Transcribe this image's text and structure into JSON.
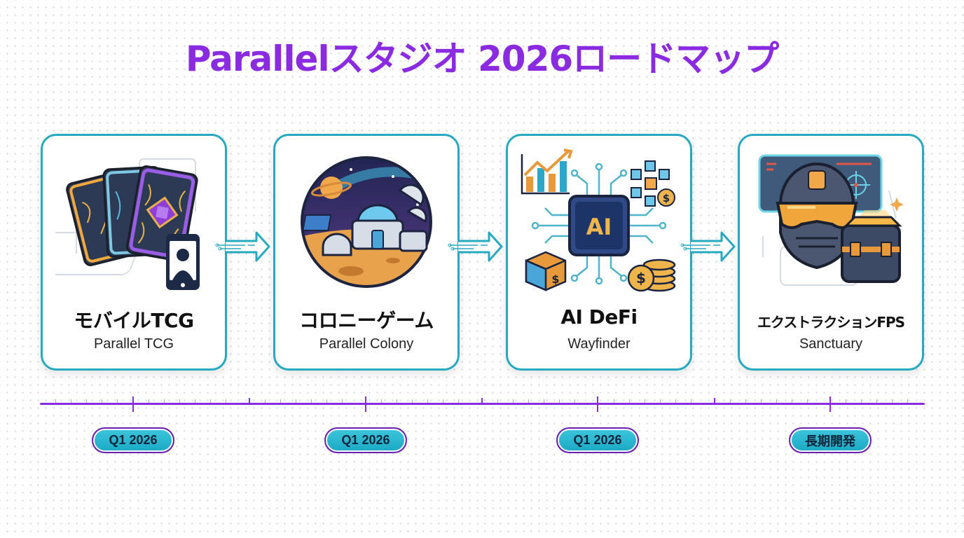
{
  "title": "Parallelスタジオ 2026ロードマップ",
  "colors": {
    "title": "#8a2be2",
    "card_border": "#27a9c1",
    "timeline": "#8a2be2",
    "pill_fill": "#19a8c4",
    "pill_border": "#6a1fb0"
  },
  "cards": [
    {
      "name": "モバイルTCG",
      "subtitle": "Parallel TCG",
      "icon": "trading-cards-phone-icon"
    },
    {
      "name": "コロニーゲーム",
      "subtitle": "Parallel Colony",
      "icon": "space-colony-icon"
    },
    {
      "name": "AI DeFi",
      "subtitle": "Wayfinder",
      "icon": "ai-chip-defi-icon"
    },
    {
      "name": "エクストラクションFPS",
      "subtitle": "Sanctuary",
      "icon": "helmet-lootbox-icon"
    }
  ],
  "timeline": {
    "milestones": [
      {
        "label": "Q1 2026"
      },
      {
        "label": "Q1 2026"
      },
      {
        "label": "Q1 2026"
      },
      {
        "label": "長期開発"
      }
    ]
  }
}
